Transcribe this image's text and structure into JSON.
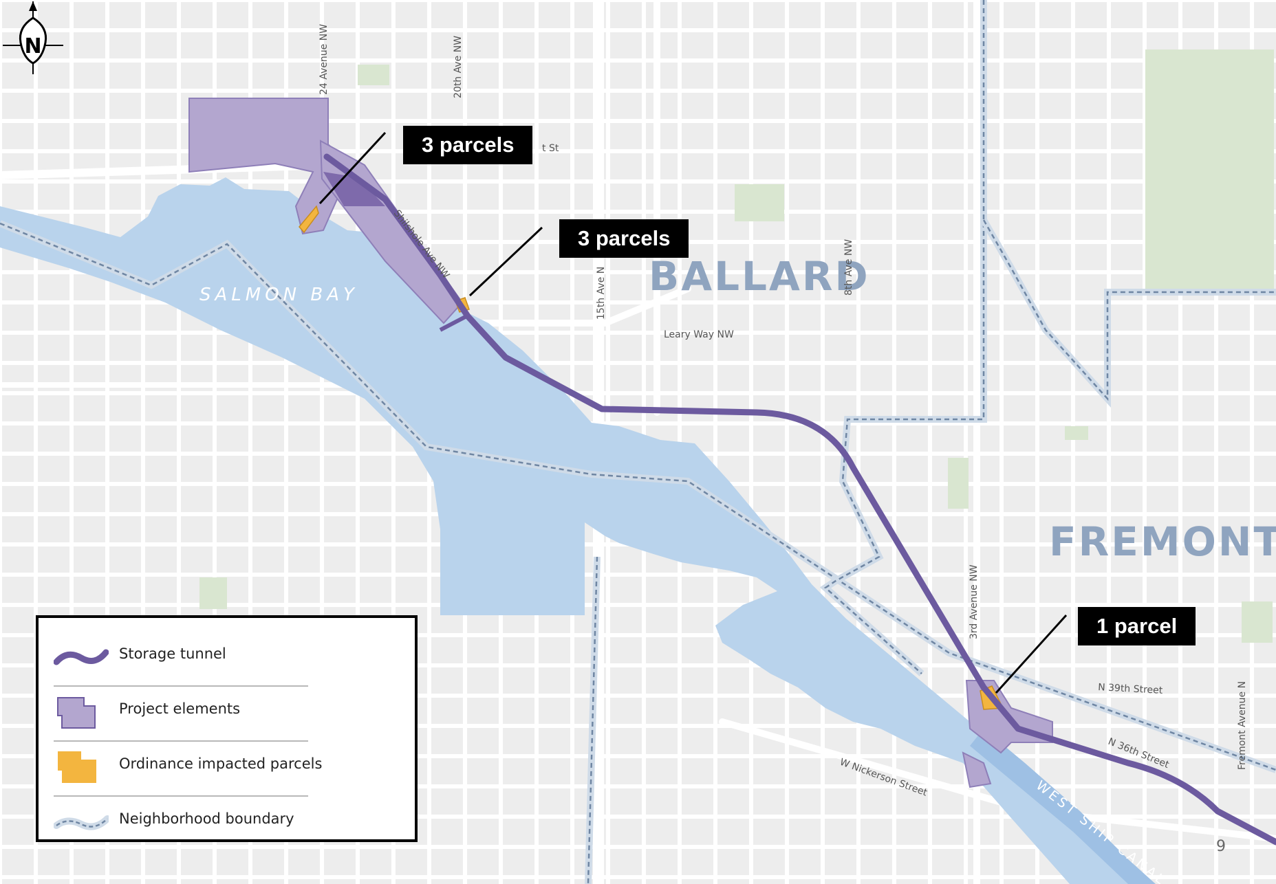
{
  "map": {
    "place_labels": {
      "salmon_bay": "SALMON BAY",
      "ballard": "BALLARD",
      "fremont": "FREMONT",
      "west_ship_canal": "WEST SHIP CANAL"
    },
    "street_labels": {
      "ave_24": "24 Avenue NW",
      "ave_20": "20th Ave NW",
      "ave_15": "15th Ave N",
      "ave_8": "8th Ave NW",
      "ave_3": "3rd Avenue NW",
      "fremont_ave": "Fremont Avenue N",
      "shilshole": "Shilshole Ave NW",
      "leary": "Leary Way NW",
      "nw_st": "t St",
      "n39": "N 39th Street",
      "n36": "N 36th Street",
      "nickerson": "W Nickerson Street"
    },
    "page_number": "9",
    "colors": {
      "water": "#b9d3ec",
      "tunnel": "#6c5a9f",
      "project": "#b3a6cf",
      "parcel": "#f3b53f",
      "boundary": "#6f86a3",
      "park": "#d9e6d0",
      "road": "#ffffff",
      "land": "#ededed"
    }
  },
  "callouts": [
    {
      "label": "3 parcels"
    },
    {
      "label": "3 parcels"
    },
    {
      "label": "1 parcel"
    }
  ],
  "legend": {
    "items": [
      {
        "label": "Storage tunnel",
        "icon": "tunnel-line-icon"
      },
      {
        "label": "Project elements",
        "icon": "project-polygon-icon"
      },
      {
        "label": "Ordinance impacted parcels",
        "icon": "parcel-polygon-icon"
      },
      {
        "label": "Neighborhood boundary",
        "icon": "boundary-line-icon"
      }
    ],
    "north_label": "N"
  }
}
